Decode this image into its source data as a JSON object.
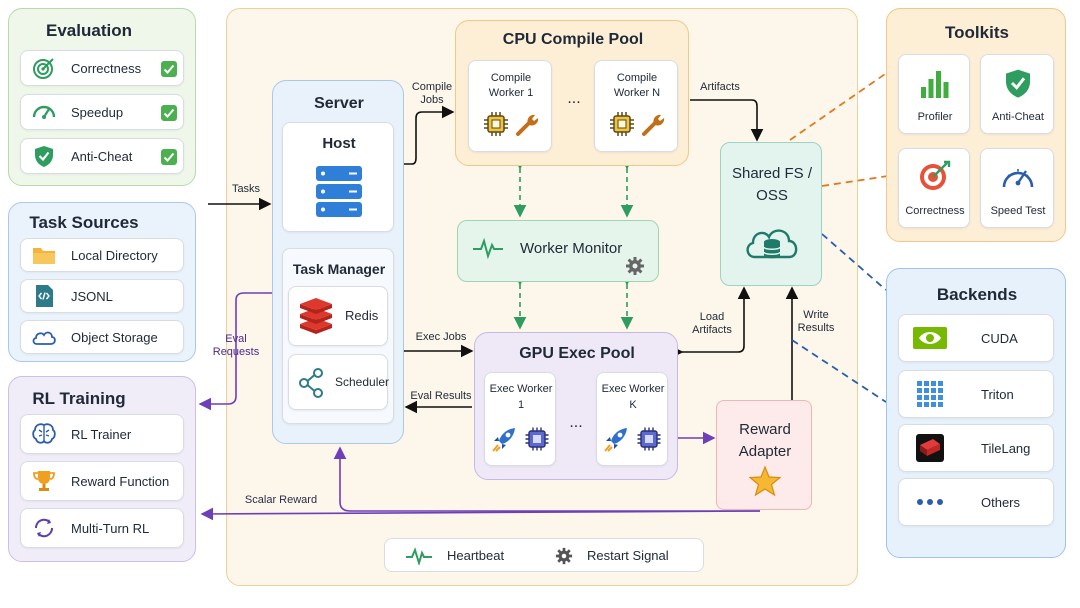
{
  "evaluation": {
    "title": "Evaluation",
    "items": [
      {
        "label": "Correctness",
        "checked": true
      },
      {
        "label": "Speedup",
        "checked": true
      },
      {
        "label": "Anti-Cheat",
        "checked": true
      }
    ]
  },
  "task_sources": {
    "title": "Task Sources",
    "items": [
      {
        "label": "Local Directory"
      },
      {
        "label": "JSONL"
      },
      {
        "label": "Object Storage"
      }
    ]
  },
  "rl_training": {
    "title": "RL Training",
    "items": [
      {
        "label": "RL Trainer"
      },
      {
        "label": "Reward Function"
      },
      {
        "label": "Multi-Turn RL"
      }
    ]
  },
  "server": {
    "title": "Server",
    "host": "Host",
    "task_manager": "Task Manager",
    "redis": "Redis",
    "scheduler": "Scheduler"
  },
  "cpu_pool": {
    "title": "CPU Compile Pool",
    "worker_first": "Compile Worker 1",
    "worker_last": "Compile Worker N",
    "ellipsis": "..."
  },
  "gpu_pool": {
    "title": "GPU Exec Pool",
    "worker_first": "Exec Worker 1",
    "worker_last": "Exec Worker K",
    "ellipsis": "..."
  },
  "worker_monitor": "Worker Monitor",
  "shared_fs": "Shared FS / OSS",
  "reward_adapter": "Reward Adapter",
  "legend": {
    "heartbeat": "Heartbeat",
    "restart": "Restart Signal"
  },
  "toolkits": {
    "title": "Toolkits",
    "items": [
      {
        "label": "Profiler"
      },
      {
        "label": "Anti-Cheat"
      },
      {
        "label": "Correctness"
      },
      {
        "label": "Speed Test"
      }
    ]
  },
  "backends": {
    "title": "Backends",
    "items": [
      {
        "label": "CUDA"
      },
      {
        "label": "Triton"
      },
      {
        "label": "TileLang"
      },
      {
        "label": "Others"
      }
    ]
  },
  "arrows": {
    "tasks": "Tasks",
    "compile_jobs": "Compile Jobs",
    "artifacts": "Artifacts",
    "load_artifacts": "Load Artifacts",
    "write_results": "Write Results",
    "exec_jobs": "Exec Jobs",
    "eval_results": "Eval Results",
    "eval_requests": "Eval Requests",
    "scalar_reward": "Scalar Reward"
  },
  "colors": {
    "evaluation": "#eef7ea",
    "task_sources": "#eaf2fb",
    "rl_training": "#f1edf8",
    "main_area": "#fdf6ea",
    "cpu_pool": "#fdeed6",
    "gpu_pool": "#efe9f7",
    "monitor": "#e6f5ec",
    "shared_fs": "#e3f4ef",
    "reward": "#fdeaea",
    "toolkits": "#fdeed6",
    "backends": "#e7f1fb"
  }
}
